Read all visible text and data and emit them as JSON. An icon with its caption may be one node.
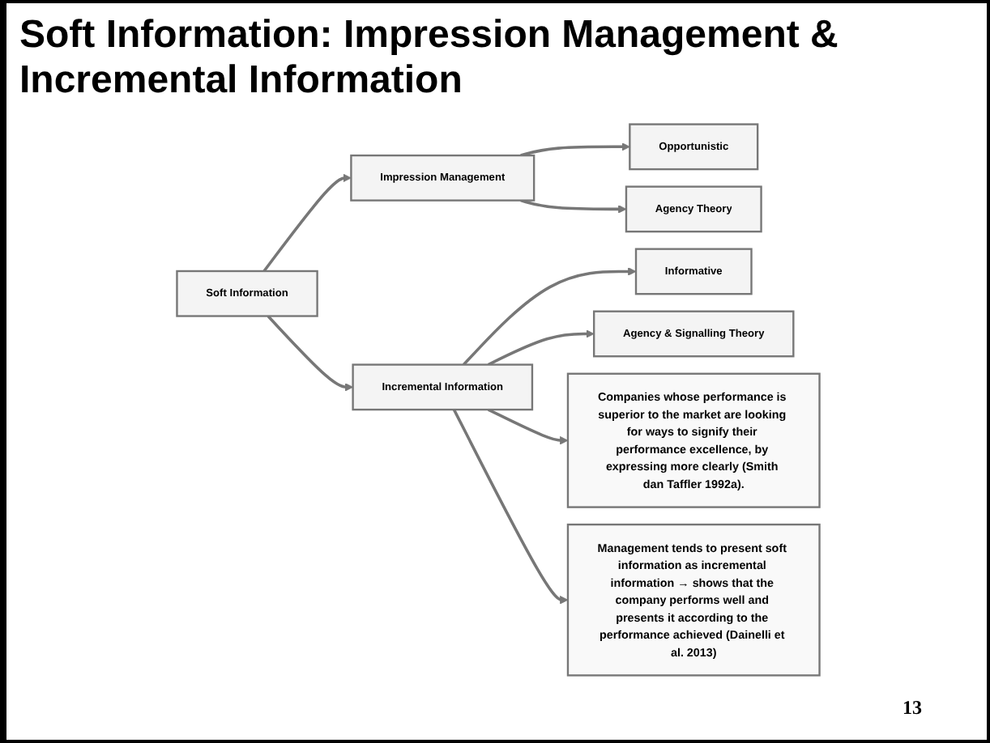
{
  "diagram": {
    "title": "Soft Information: Impression Management & Incremental Information",
    "nodes": [
      {
        "text": [
          "Opportunistic"
        ]
      },
      {
        "text": [
          "Impression Management"
        ]
      },
      {
        "text": [
          "Agency Theory"
        ]
      },
      {
        "text": [
          "Soft Information"
        ]
      },
      {
        "text": [
          "Informative"
        ]
      },
      {
        "text": [
          "Incremental Information"
        ]
      },
      {
        "text": [
          "Agency & Signalling Theory"
        ]
      },
      {
        "text": [
          "Companies whose performance is superior to the market are looking for ways to signify their performance excellence, by expressing more clearly (Smith dan Taffler 1992a)."
        ]
      },
      {
        "text": [
          "Management tends to present soft information as incremental information → shows that the company performs well and presents it according to the performance achieved (Dainelli et al. 2013)"
        ]
      }
    ],
    "edges": [
      {
        "from": 1,
        "to": 0,
        "arrow": "to"
      },
      {
        "from": 3,
        "to": 1,
        "arrow": "to"
      },
      {
        "from": 1,
        "to": 2,
        "arrow": "to"
      },
      {
        "from": 3,
        "to": 5,
        "arrow": "to"
      },
      {
        "from": 5,
        "to": 4,
        "arrow": "to"
      },
      {
        "from": 5,
        "to": 6,
        "arrow": "to"
      },
      {
        "from": 5,
        "to": 7,
        "arrow": "to"
      },
      {
        "from": 5,
        "to": 8,
        "arrow": "to"
      }
    ],
    "labels": [
      "13"
    ]
  }
}
